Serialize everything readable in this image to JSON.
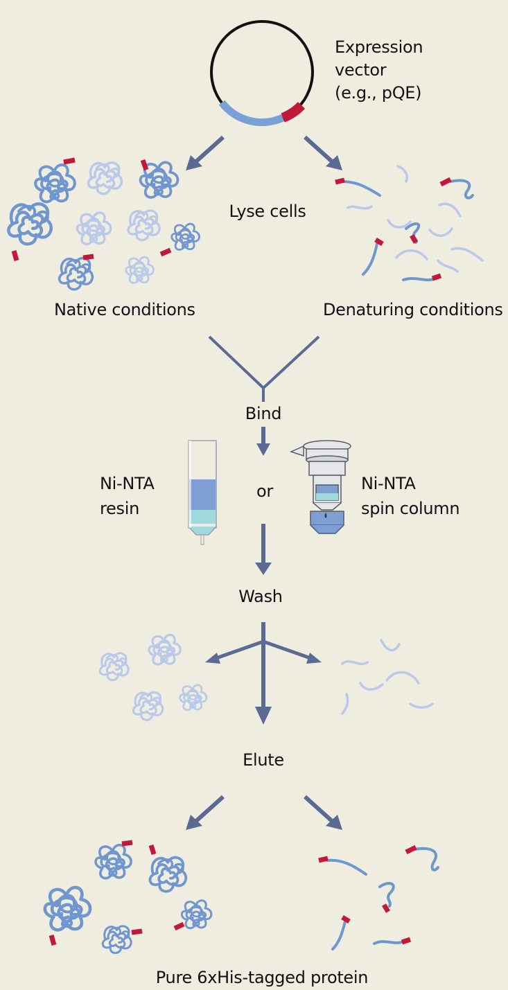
{
  "colors": {
    "background": "#efece0",
    "arrow": "#5a6a93",
    "protein_dark": "#6f96cf",
    "protein_light": "#b9c9e9",
    "his_tag": "#c2193a",
    "plasmid": "#111111",
    "plasmid_gene": "#7aa0d6",
    "resin_liquid": "#7f9fd4",
    "resin_bed": "#9fd9dc"
  },
  "icons": {
    "expression_vector": "plasmid-ring-icon",
    "resin_column": "gravity-column-icon",
    "spin_column": "spin-column-icon",
    "protein_folded": "folded-protein-icon",
    "protein_unfolded": "unfolded-protein-icon"
  },
  "labels": {
    "vector": [
      "Expression",
      "vector",
      "(e.g., pQE)"
    ],
    "lyse": "Lyse cells",
    "native": "Native conditions",
    "denaturing": "Denaturing conditions",
    "bind": "Bind",
    "resin": [
      "Ni-NTA",
      "resin"
    ],
    "or": "or",
    "spin": [
      "Ni-NTA",
      "spin column"
    ],
    "wash": "Wash",
    "elute": "Elute",
    "result": "Pure 6xHis-tagged protein"
  }
}
